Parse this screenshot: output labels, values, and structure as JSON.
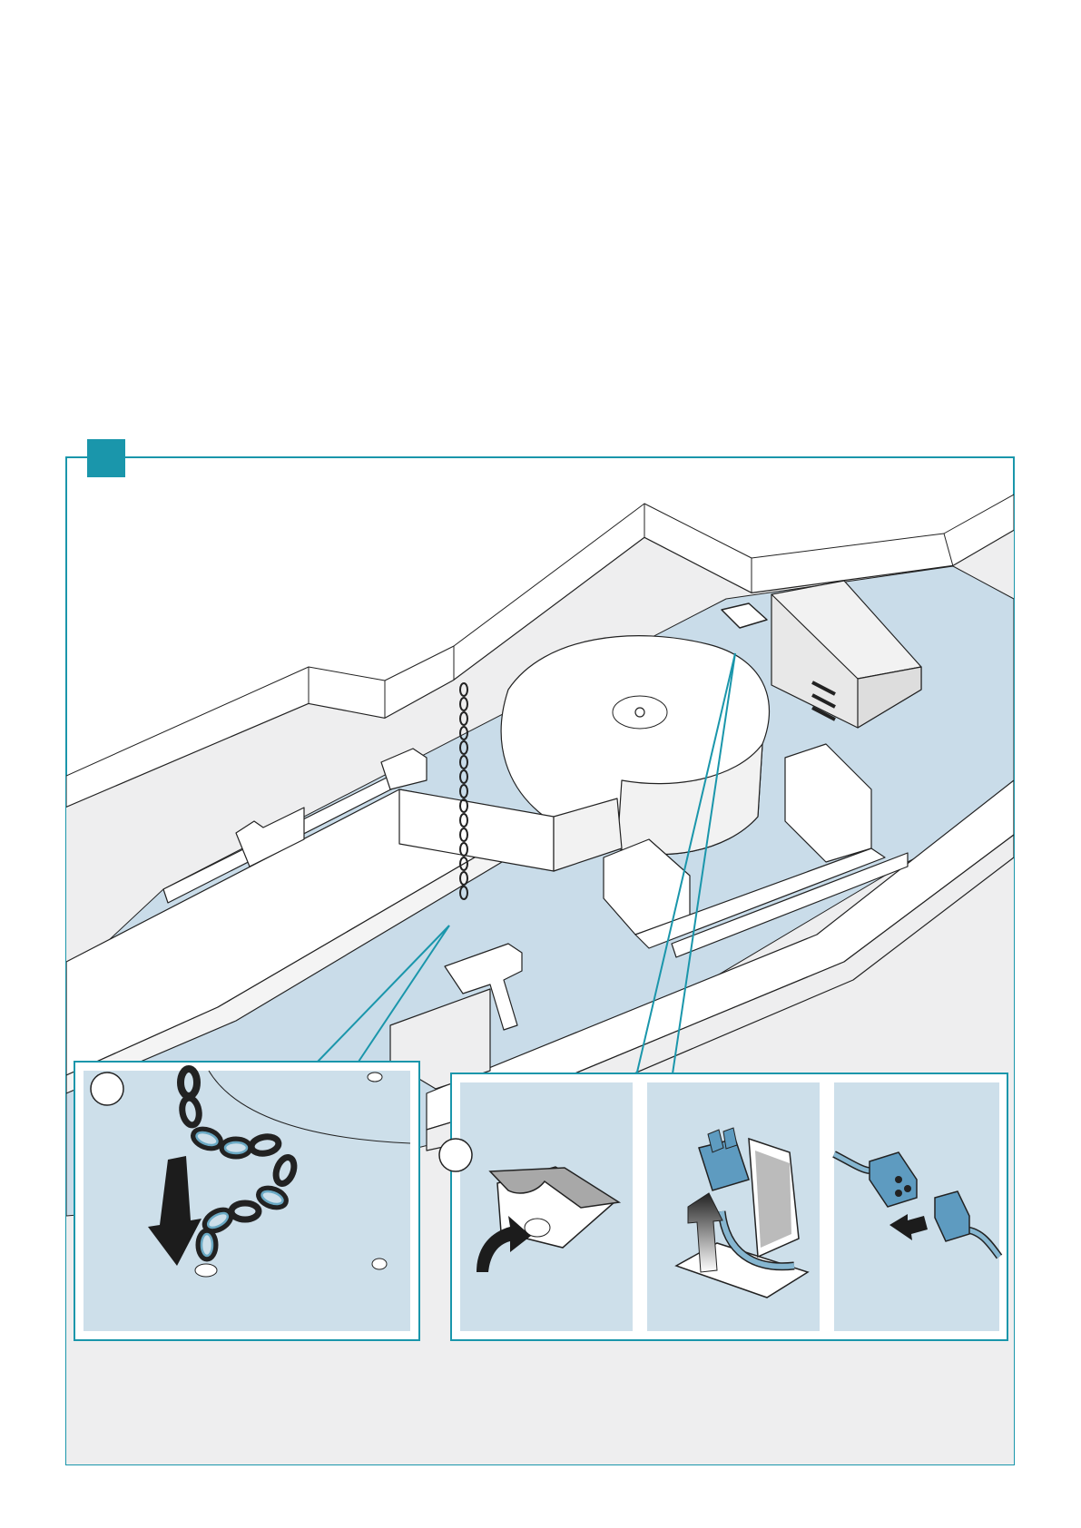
{
  "figure": {
    "step_marker_color": "#1a96ab",
    "frame_color": "#1a96ab",
    "panel_fill": "#cddfea",
    "floor_fill": "#c9dce9",
    "wall_fill": "#eeeeef",
    "insets": [
      {
        "id": "A",
        "badge_text": "",
        "icons": [
          "chain-icon",
          "arrow-down-icon"
        ]
      },
      {
        "id": "B",
        "badge_text": "",
        "icons": [
          "cover-plate-icon",
          "curved-arrow-icon"
        ]
      },
      {
        "id": "C",
        "badge_text": "",
        "icons": [
          "connector-icon",
          "arrow-up-icon"
        ]
      },
      {
        "id": "D",
        "badge_text": "",
        "icons": [
          "plug-icon",
          "arrow-left-icon"
        ]
      }
    ]
  }
}
